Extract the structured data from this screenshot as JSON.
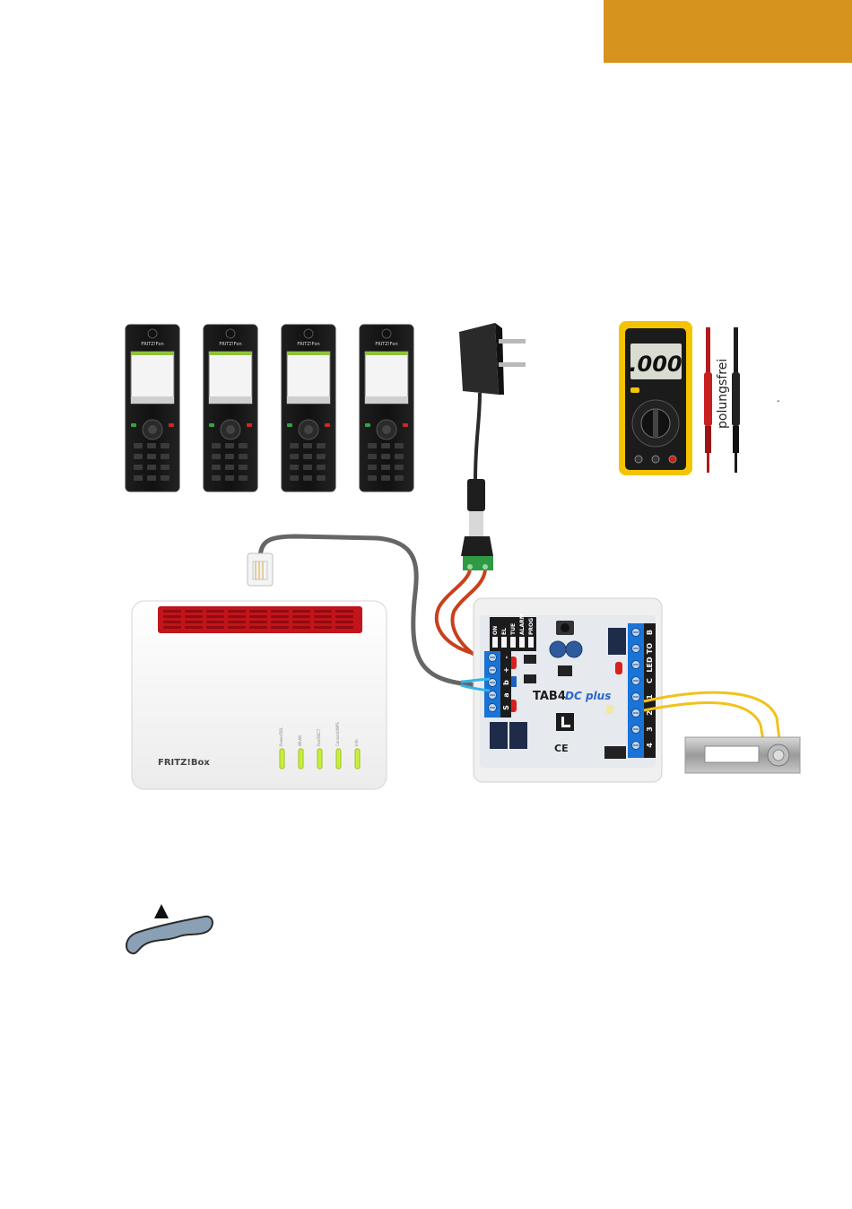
{
  "colors": {
    "accent": "#d6941e",
    "router_red": "#c2141b",
    "led_green": "#c9f03a",
    "wire_red": "#c8401c",
    "wire_blue": "#35b4e8",
    "wire_yellow": "#f2c21a",
    "wire_grey": "#666666",
    "terminal_blue": "#1a73d6",
    "meter_yellow": "#f5c400"
  },
  "handsets": {
    "brand": "FRITZ!Fon",
    "count": 4
  },
  "router": {
    "brand": "FRITZ!Box",
    "leds": [
      "Power/DSL",
      "WLAN",
      "Fon/DECT",
      "Connect/WPS",
      "Info"
    ]
  },
  "module": {
    "name": "TAB4",
    "model": "DC plus",
    "ce_mark": "CE",
    "dip_labels": [
      "ON",
      "EL",
      "TUE",
      "ALARM",
      "PROG"
    ],
    "left_terminals": [
      "-",
      "+",
      "b",
      "a",
      "S"
    ],
    "right_terminals": [
      "B",
      "TO",
      "LED",
      "C",
      "1",
      "2",
      "3",
      "4"
    ]
  },
  "multimeter": {
    "display": ".000",
    "note": "polungsfrei",
    "mark": "-"
  },
  "doorbell": {
    "icon": "bell-button-icon"
  },
  "symbol": {
    "icon": "handset-up-icon"
  }
}
